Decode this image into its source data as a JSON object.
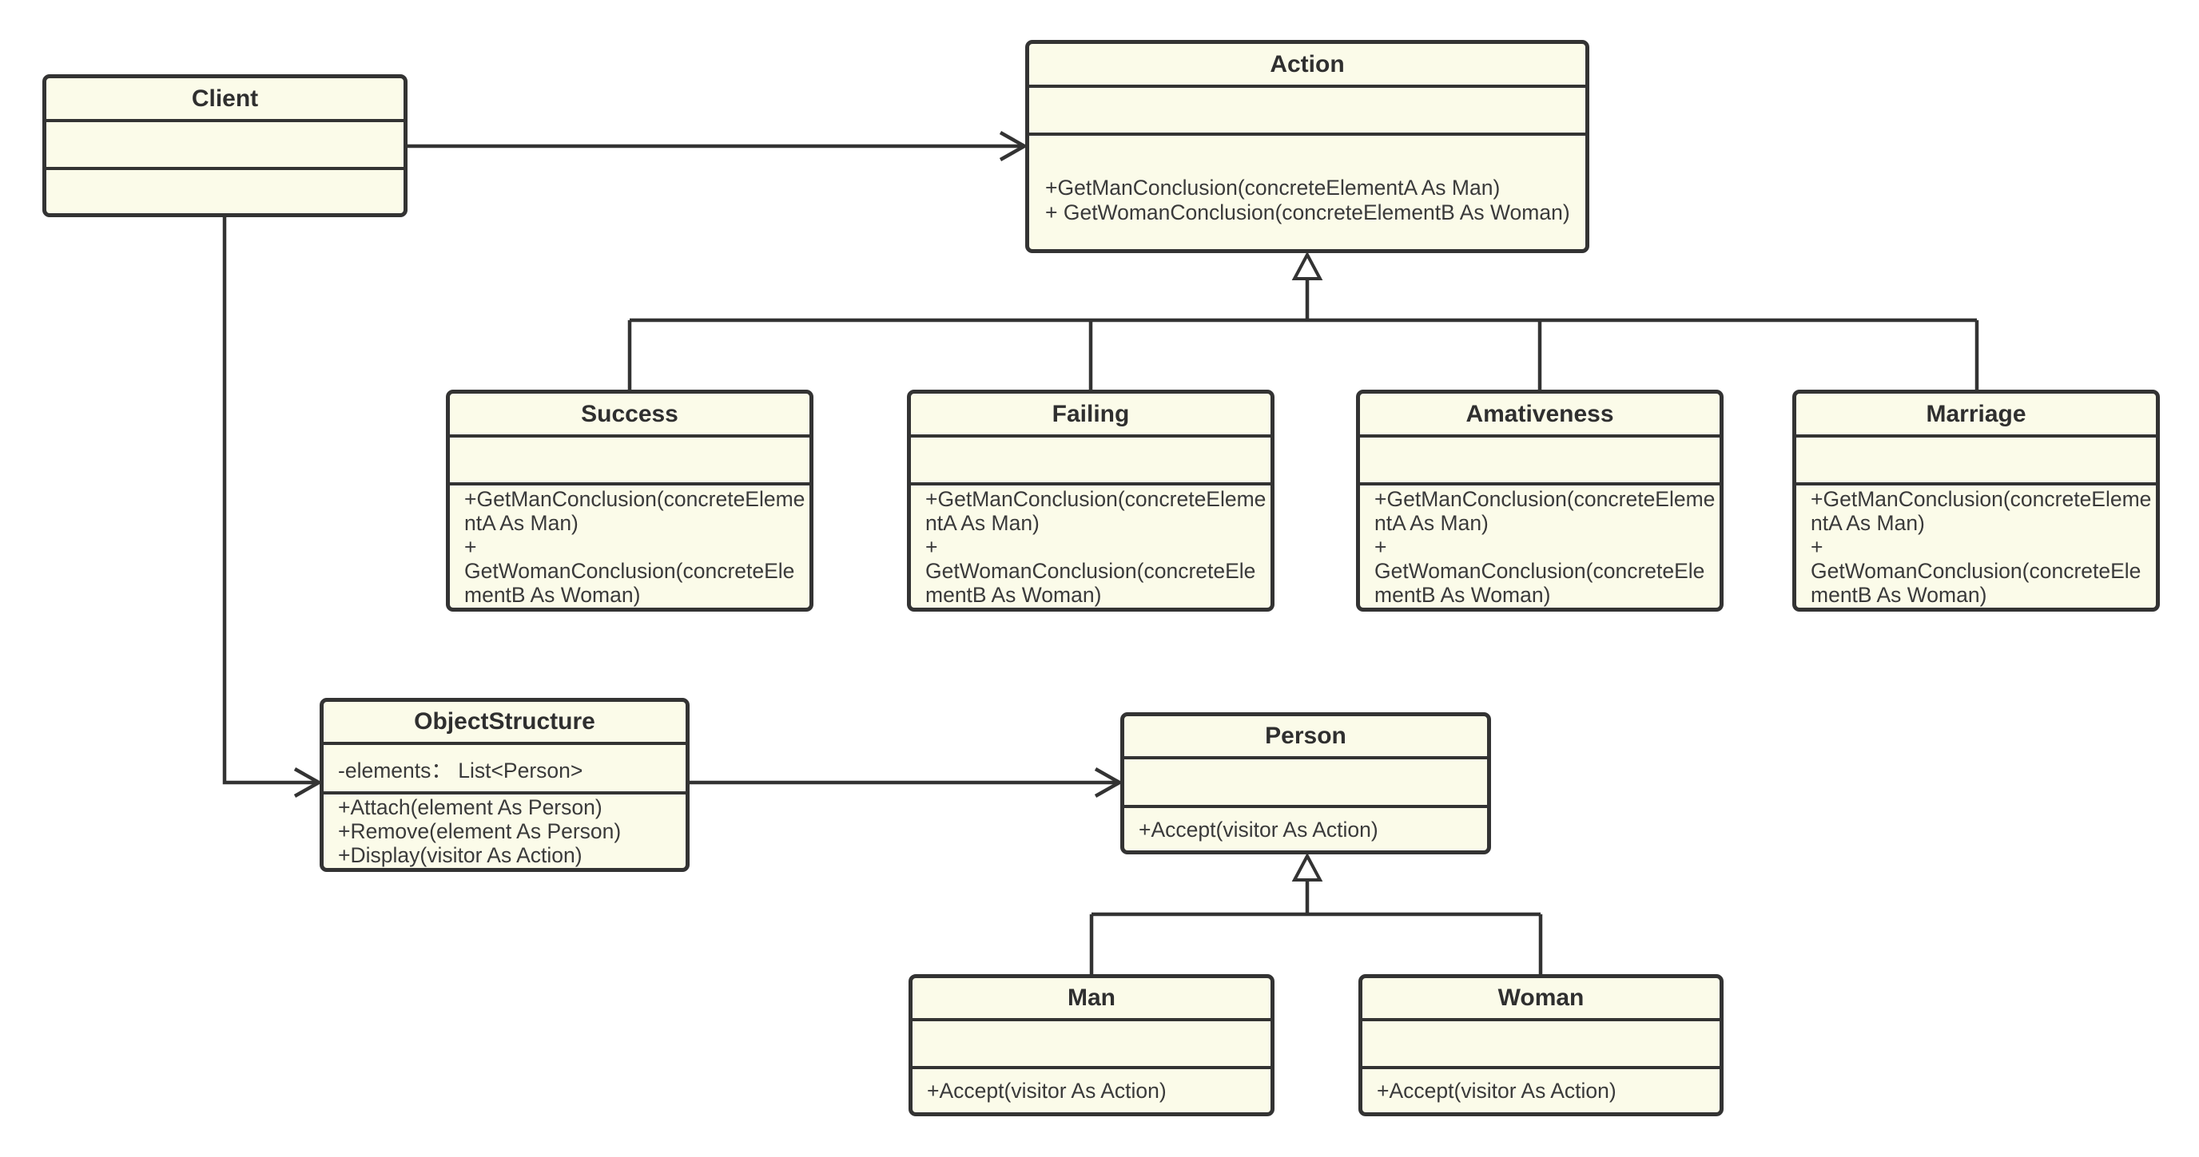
{
  "diagram": {
    "kind": "uml-class-diagram",
    "colors": {
      "background": "#FFFFFF",
      "box_fill": "#FBFBE9",
      "box_border": "#333333",
      "line": "#333333",
      "text": "#3A3A3A",
      "title_text": "#2F2F2F"
    },
    "classes": {
      "client": {
        "name": "Client",
        "attributes": [],
        "methods": []
      },
      "action": {
        "name": "Action",
        "attributes": [],
        "methods": [
          "+GetManConclusion(concreteElementA As Man)",
          "+ GetWomanConclusion(concreteElementB As Woman)"
        ]
      },
      "success": {
        "name": "Success",
        "attributes": [],
        "methods": [
          "+GetManConclusion(concreteElementA As Man)",
          "+ GetWomanConclusion(concreteElementB As Woman)"
        ]
      },
      "failing": {
        "name": "Failing",
        "attributes": [],
        "methods": [
          "+GetManConclusion(concreteElementA As Man)",
          "+ GetWomanConclusion(concreteElementB As Woman)"
        ]
      },
      "amativeness": {
        "name": "Amativeness",
        "attributes": [],
        "methods": [
          "+GetManConclusion(concreteElementA As Man)",
          "+ GetWomanConclusion(concreteElementB As Woman)"
        ]
      },
      "marriage": {
        "name": "Marriage",
        "attributes": [],
        "methods": [
          "+GetManConclusion(concreteElementA As Man)",
          "+ GetWomanConclusion(concreteElementB As Woman)"
        ]
      },
      "objectStructure": {
        "name": "ObjectStructure",
        "attributes": [
          "-elements：  List<Person>"
        ],
        "methods": [
          "+Attach(element As Person)",
          "+Remove(element As Person)",
          "+Display(visitor As Action)"
        ]
      },
      "person": {
        "name": "Person",
        "attributes": [],
        "methods": [
          "+Accept(visitor As Action)"
        ]
      },
      "man": {
        "name": "Man",
        "attributes": [],
        "methods": [
          "+Accept(visitor As Action)"
        ]
      },
      "woman": {
        "name": "Woman",
        "attributes": [],
        "methods": [
          "+Accept(visitor As Action)"
        ]
      }
    },
    "relations": [
      {
        "from": "Client",
        "to": "Action",
        "type": "directed-association",
        "arrowhead": "open"
      },
      {
        "from": "Client",
        "to": "ObjectStructure",
        "type": "directed-association",
        "arrowhead": "open"
      },
      {
        "from": "Success",
        "to": "Action",
        "type": "generalization",
        "arrowhead": "hollow-triangle"
      },
      {
        "from": "Failing",
        "to": "Action",
        "type": "generalization",
        "arrowhead": "hollow-triangle"
      },
      {
        "from": "Amativeness",
        "to": "Action",
        "type": "generalization",
        "arrowhead": "hollow-triangle"
      },
      {
        "from": "Marriage",
        "to": "Action",
        "type": "generalization",
        "arrowhead": "hollow-triangle"
      },
      {
        "from": "ObjectStructure",
        "to": "Person",
        "type": "directed-association",
        "arrowhead": "open"
      },
      {
        "from": "Man",
        "to": "Person",
        "type": "generalization",
        "arrowhead": "hollow-triangle"
      },
      {
        "from": "Woman",
        "to": "Person",
        "type": "generalization",
        "arrowhead": "hollow-triangle"
      }
    ]
  }
}
